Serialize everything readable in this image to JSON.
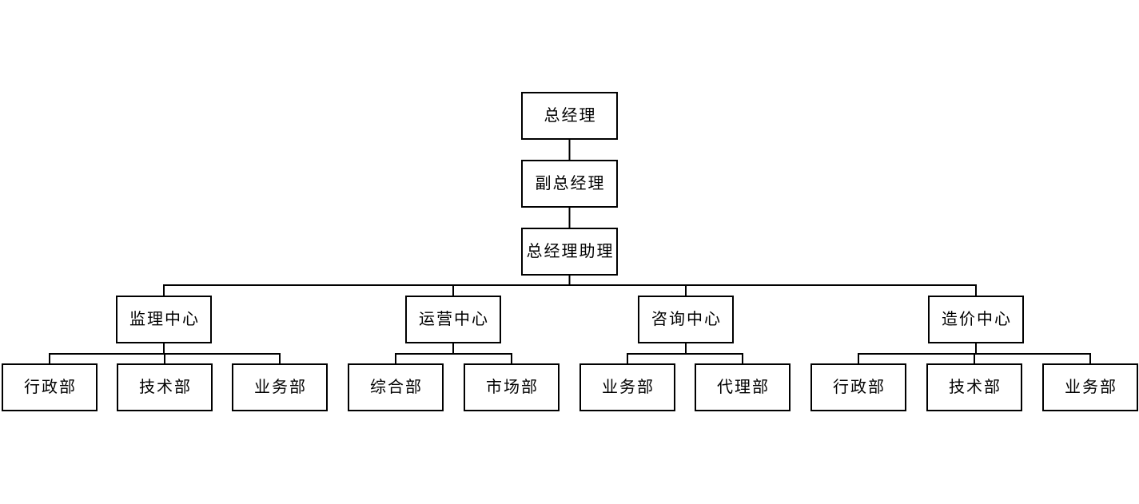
{
  "diagram": {
    "type": "organization-chart",
    "colors": {
      "background": "#ffffff",
      "box_fill": "#ffffff",
      "box_border": "#000000",
      "line": "#000000",
      "text": "#000000"
    },
    "executive_chain": [
      {
        "label": "总经理"
      },
      {
        "label": "副总经理"
      },
      {
        "label": "总经理助理"
      }
    ],
    "centers": [
      {
        "label": "监理中心",
        "departments": [
          {
            "label": "行政部"
          },
          {
            "label": "技术部"
          },
          {
            "label": "业务部"
          }
        ]
      },
      {
        "label": "运营中心",
        "departments": [
          {
            "label": "综合部"
          },
          {
            "label": "市场部"
          }
        ]
      },
      {
        "label": "咨询中心",
        "departments": [
          {
            "label": "业务部"
          },
          {
            "label": "代理部"
          }
        ]
      },
      {
        "label": "造价中心",
        "departments": [
          {
            "label": "行政部"
          },
          {
            "label": "技术部"
          },
          {
            "label": "业务部"
          }
        ]
      }
    ]
  }
}
